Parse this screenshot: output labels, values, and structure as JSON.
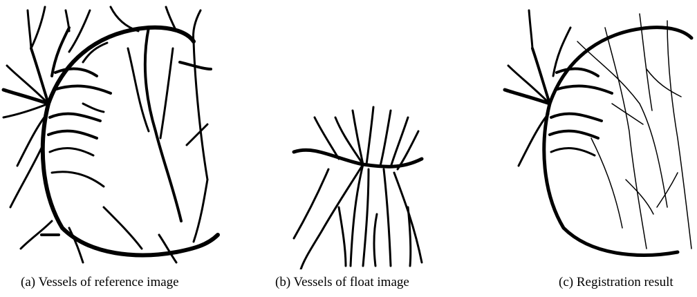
{
  "figure": {
    "panels": [
      {
        "caption": "(a) Vessels of reference image"
      },
      {
        "caption": "(b) Vessels of float image"
      },
      {
        "caption": "(c) Registration result"
      }
    ]
  }
}
